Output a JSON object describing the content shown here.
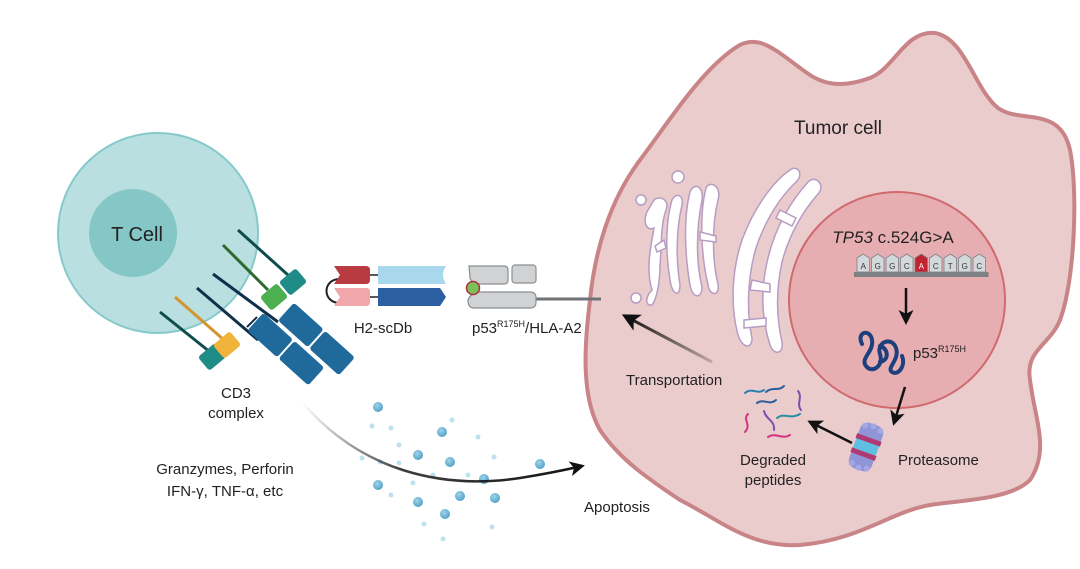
{
  "title": "H2-scDb mediated T cell killing of p53 R175H tumor cells",
  "colors": {
    "tcell_outer": "#b9dfe0",
    "tcell_outer_stroke": "#86c9cb",
    "tcell_nucleus": "#85c6c6",
    "tumor_fill": "#ebcccd",
    "tumor_stroke": "#c98487",
    "nucleus_fill": "#e7aeb1",
    "nucleus_stroke": "#d06a6f",
    "cd3_blue": "#1f6a9a",
    "cd3_teal": "#1f8c88",
    "cd3_green": "#4caf50",
    "cd3_yellow": "#f0b43c",
    "cd3_stalk_dark": "#0f4d4d",
    "scdb_dark_red": "#b83b41",
    "scdb_light_red": "#f0a6aa",
    "scdb_light_blue": "#a9d8ec",
    "scdb_dark_blue": "#2c5fa1",
    "hla_gray": "#d0d2d3",
    "peptide_green": "#7dc05a",
    "granule_blue": "#6bb8d8",
    "mutant_base": "#c0232f",
    "protein_navy": "#1e3f7d",
    "arrow": "#111111"
  },
  "labels": {
    "t_cell": "T Cell",
    "tumor_cell": "Tumor cell",
    "cd3_line1": "CD3",
    "cd3_line2": "complex",
    "scdb": "H2-scDb",
    "phla_prefix": "p53",
    "phla_superscript": "R175H",
    "phla_suffix": "/HLA-A2",
    "gene_italic": "TP53",
    "gene_mutation": " c.524G>A",
    "protein_prefix": "p53",
    "protein_superscript": "R175H",
    "transportation": "Transportation",
    "degraded_line1": "Degraded",
    "degraded_line2": "peptides",
    "proteasome": "Proteasome",
    "effectors_line1": "Granzymes, Perforin",
    "effectors_line2": "IFN-γ, TNF-α, etc",
    "apoptosis": "Apoptosis"
  },
  "dna_sequence": [
    "A",
    "G",
    "G",
    "C",
    "A",
    "C",
    "T",
    "G",
    "C"
  ],
  "mutant_base_index": 4,
  "icons": {
    "tcell": "t-cell-icon",
    "tumor": "tumor-cell-icon",
    "cd3": "cd3-complex-icon",
    "scdb": "diabody-icon",
    "phla": "peptide-hla-icon",
    "golgi": "golgi-icon",
    "er": "endoplasmic-reticulum-icon",
    "dna": "dna-sequence-icon",
    "protein": "protein-icon",
    "proteasome": "proteasome-icon",
    "peptides": "peptides-icon",
    "granules": "cytotoxic-granules-icon"
  }
}
